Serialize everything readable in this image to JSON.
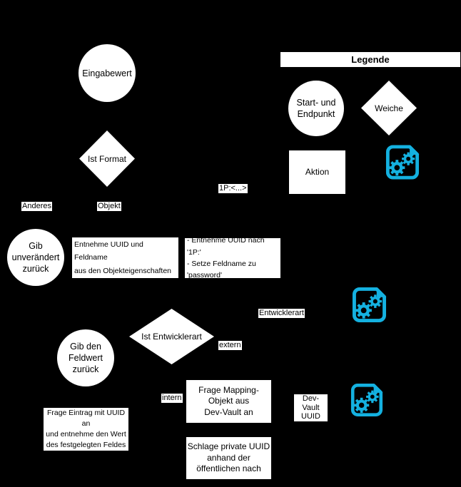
{
  "colors": {
    "background": "#000000",
    "shape_fill": "#ffffff",
    "shape_text": "#000000",
    "icon_cyan": "#14b1e0"
  },
  "legend": {
    "title": "Legende",
    "start_end_label": "Start- und\nEndpunkt",
    "weiche_label": "Weiche",
    "aktion_label": "Aktion",
    "script_icon_name": "gears-document-icon"
  },
  "flow": {
    "start_node": "Eingabewert",
    "format_decision": "Ist Format",
    "branch_anderes": "Anderes",
    "branch_objekt": "Objekt",
    "branch_1p": "1P:<...>",
    "return_unchanged": "Gib\nunverändert\nzurück",
    "extract_from_object": "Entnehme UUID und Feldname\naus den Objekteigenschaften",
    "extract_from_1p": "- Entnehme UUID nach '1P:'\n- Setze Feldname zu\n'password'",
    "developer_decision": "Ist Entwicklerart",
    "label_entwicklerart": "Entwicklerart",
    "branch_extern": "extern",
    "branch_intern": "intern",
    "return_field_value": "Gib den\nFeldwert\nzurück",
    "query_mapping": "Frage Mapping-\nObjekt aus\nDev-Vault an",
    "label_dev_vault_uuid": "Dev-Vault\nUUID",
    "query_entry": "Frage Eintrag mit UUID an\nund entnehme den Wert\ndes festgelegten Feldes",
    "lookup_private_uuid": "Schlage private UUID\nanhand der\nöffentlichen nach"
  }
}
